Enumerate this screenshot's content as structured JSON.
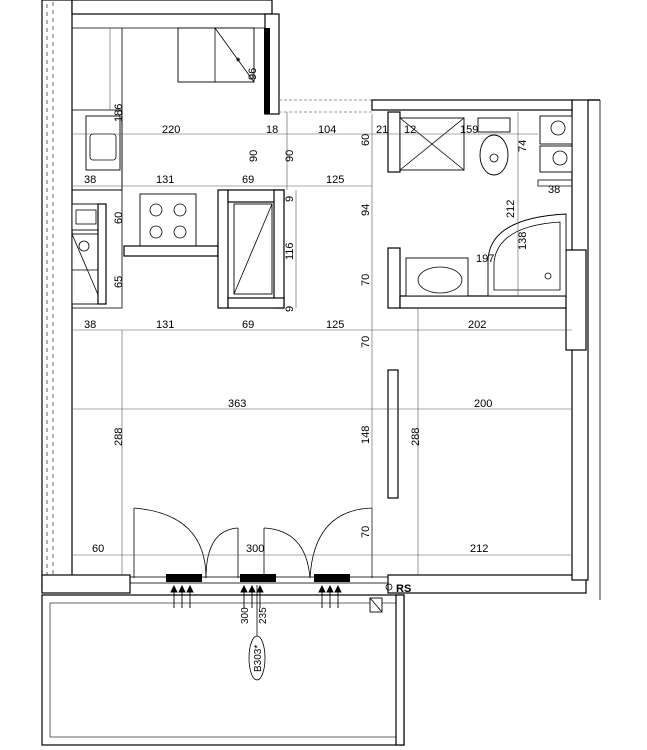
{
  "dimensions": {
    "h_top": [
      "220",
      "18",
      "104",
      "21",
      "12",
      "159"
    ],
    "kitchen_row1": [
      "38",
      "131",
      "69",
      "125"
    ],
    "kitchen_row2": [
      "38",
      "131",
      "69",
      "125",
      "202"
    ],
    "living_width": "363",
    "bed_width": "200",
    "bottom_row": [
      "60",
      "300",
      "212"
    ],
    "bath_width": "197",
    "bath_right": "38",
    "v_kitchen": [
      "186",
      "96",
      "60",
      "65"
    ],
    "v_hall": [
      "90",
      "90",
      "9",
      "116",
      "9"
    ],
    "v_center": [
      "60",
      "94",
      "70",
      "70",
      "148",
      "70"
    ],
    "v_bath": [
      "74",
      "212",
      "138"
    ],
    "v_left": "288",
    "v_bed": "288",
    "note_star": "*"
  },
  "tags": {
    "rs": "RS",
    "balcony_tag": "B303*",
    "sill_a": "300",
    "sill_b": "235"
  }
}
